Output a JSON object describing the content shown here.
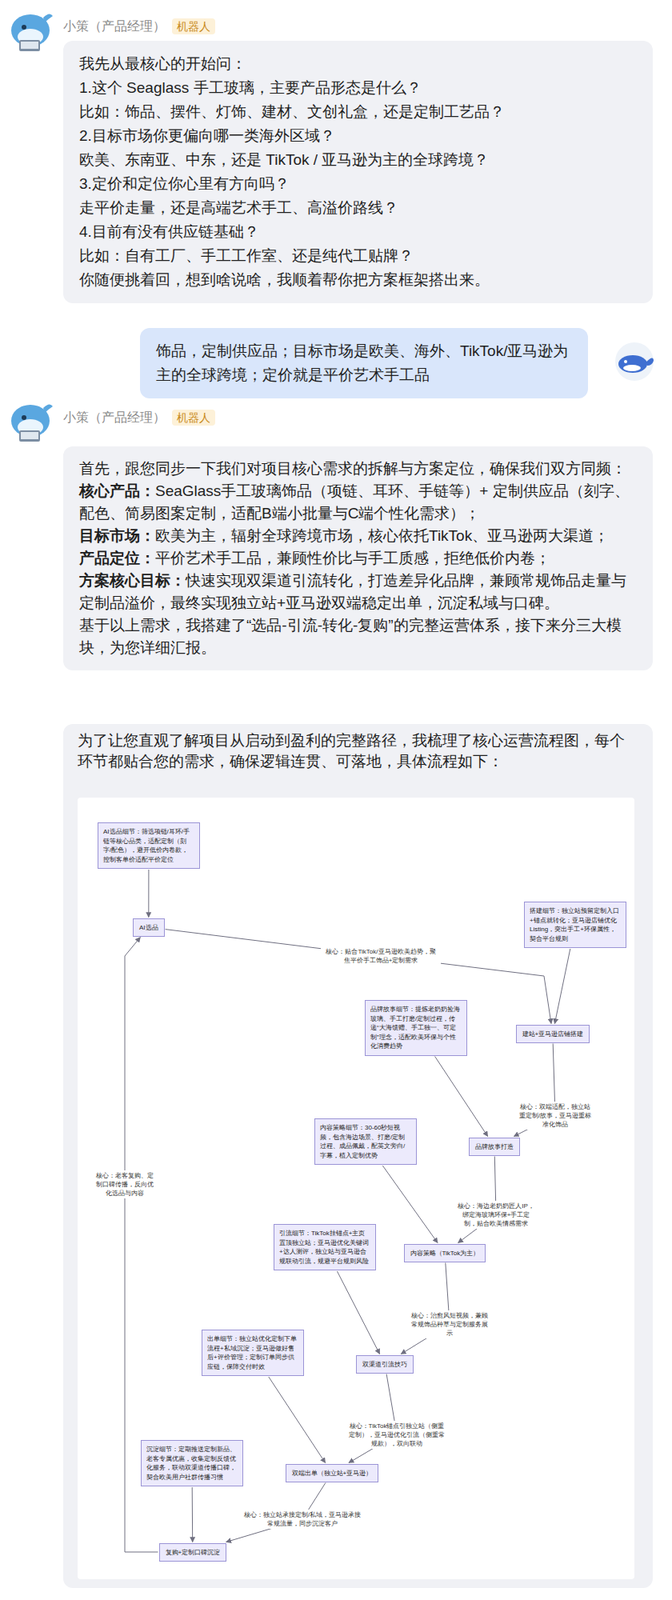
{
  "diagram": {
    "nodes": [
      {
        "text": [
          "我先从最核心的开始问：",
          "1.这个 Seaglass 手工玻璃，主要产品形态是什么？",
          "比如：饰品、摆件、灯饰、建材、文创礼盒，还是定制工艺品？",
          "2.目标市场你更偏向哪一类海外区域？",
          "欧美、东南亚、中东，还是 TikTok / 亚马逊为主的全球跨境？",
          "3.定价和定位你心里有方向吗？",
          "走平价走量，还是高端艺术手工、高溢价路线？",
          "4.目前有没有供应链基础？",
          "比如：自有工厂、手工工作室、还是纯代工贴牌？",
          "你随便挑着回，想到啥说啥，我顺着帮你把方案框架搭出来。"
        ]
      },
      {
        "text": [
          "饰品，定制供应品；目标市场是欧美、海外、TikTok/亚马逊为主的全球跨境；定价就是平价艺术手工品"
        ]
      },
      {
        "text": [
          "首先，跟您同步一下我们对项目核心需求的拆解与方案定位，确保我们双方同频：",
          "核心产品：",
          "SeaGlass手工玻璃饰品（项链、耳环、手链等）+ 定制供应品（刻字、配色、简易图案定制，适配B端小批量与C端个性化需求）；",
          "目标市场：",
          "欧美为主，辐射全球跨境市场，核心依托TikTok、亚马逊两大渠道；",
          "产品定位：",
          "平价艺术手工品，兼顾性价比与手工质感，拒绝低价内卷；",
          "方案核心目标：",
          "快速实现双渠道引流转化，打造差异化品牌，兼顾常规饰品走量与定制品溢价，最终实现独立站+亚马逊双端稳定出单，沉淀私域与口碑。",
          "基于以上需求，我搭建了“选品-引流-转化-复购”的完整运营体系，接下来分三大模块，为您详细汇报。"
        ]
      },
      {
        "text": [
          "为了让您直观了解项目从启动到盈利的完整路径，我梳理了核心运营流程图，每个环节都贴合您的需求，确保逻辑连贯、可落地，具体流程如下："
        ]
      },
      {
        "text": [
          "AI选品细节：筛选项链/耳环/手链等核心品类，适配定制（刻字/配色），避开低价内卷款，控制客单价适配平价定位"
        ],
        "in": 3
      },
      {
        "text": [
          "AI选品"
        ],
        "in": 3
      },
      {
        "text": [
          "搭建细节：独立站预留定制入口+锚点就转化；亚马逊店铺优化Listing，突出手工+环保属性，契合平台规则"
        ],
        "in": 3
      },
      {
        "text": [
          "建站+亚马逊店铺搭建"
        ],
        "in": 3
      },
      {
        "text": [
          "品牌故事细节：提炼老奶奶捡海玻璃、手工打磨/定制过程，传递“大海馈赠、手工独一、可定制”理念，适配欧美环保与个性化消费趋势"
        ],
        "in": 3
      },
      {
        "text": [
          "品牌故事打造"
        ],
        "in": 3
      },
      {
        "text": [
          "内容策略细节：30-60秒短视频，包含海边场景、打磨/定制过程、成品佩戴，配英文旁白/字幕，植入定制优势"
        ],
        "in": 3
      },
      {
        "text": [
          "内容策略（TikTok为主）"
        ],
        "in": 3
      },
      {
        "text": [
          "引流细节：TikTok挂锚点+主页置顶独立站；亚马逊优化关键词+达人测评，独立站与亚马逊合规联动引流，规避平台规则风险"
        ],
        "in": 3
      },
      {
        "text": [
          "双渠道引流技巧"
        ],
        "in": 3
      },
      {
        "text": [
          "出单细节：独立站优化定制下单流程+私域沉淀；亚马逊做好售后+评价管理；定制订单同步供应链，保障交付时效"
        ],
        "in": 3
      },
      {
        "text": [
          "双端出单（独立站+亚马逊）"
        ],
        "in": 3
      },
      {
        "text": [
          "沉淀细节：定期推送定制新品、老客专属优惠，收集定制反馈优化服务，联动双渠道传播口碑，契合欧美用户社群传播习惯"
        ],
        "in": 3
      },
      {
        "text": [
          "复购+定制口碑沉淀"
        ],
        "in": 3
      }
    ],
    "edges": [
      {
        "from": 4,
        "to": 5,
        "arrow": "to"
      },
      {
        "from": 5,
        "to": 7,
        "arrow": "to",
        "label": "核心：贴合TikTok/亚马逊欧美趋势，聚焦平价手工饰品+定制需求"
      },
      {
        "from": 6,
        "to": 7,
        "arrow": "to"
      },
      {
        "from": 7,
        "to": 9,
        "arrow": "to",
        "label": "核心：双端适配，独立站重定制/故事，亚马逊重标准化饰品"
      },
      {
        "from": 8,
        "to": 9,
        "arrow": "to"
      },
      {
        "from": 9,
        "to": 11,
        "arrow": "to",
        "label": "核心：海边老奶奶匠人IP，绑定海玻璃环保+手工定制，贴合欧美情感需求"
      },
      {
        "from": 10,
        "to": 11,
        "arrow": "to"
      },
      {
        "from": 11,
        "to": 13,
        "arrow": "to",
        "label": "核心：治愈风短视频，兼顾常规饰品种草与定制服务展示"
      },
      {
        "from": 12,
        "to": 13,
        "arrow": "to"
      },
      {
        "from": 13,
        "to": 15,
        "arrow": "to",
        "label": "核心：TikTok锚点引独立站（侧重定制），亚马逊优化引流（侧重常规款），双向联动"
      },
      {
        "from": 14,
        "to": 15,
        "arrow": "to"
      },
      {
        "from": 15,
        "to": 17,
        "arrow": "to",
        "label": "核心：独立站承接定制/私域，亚马逊承接常规流量，同步沉淀客户"
      },
      {
        "from": 16,
        "to": 17,
        "arrow": "to"
      },
      {
        "from": 17,
        "to": 5,
        "arrow": "to",
        "label": "核心：老客复购、定制口碑传播，反向优化选品与内容"
      }
    ],
    "labels": [
      "小策（产品经理）",
      "机器人",
      "小策（产品经理）",
      "机器人"
    ]
  }
}
